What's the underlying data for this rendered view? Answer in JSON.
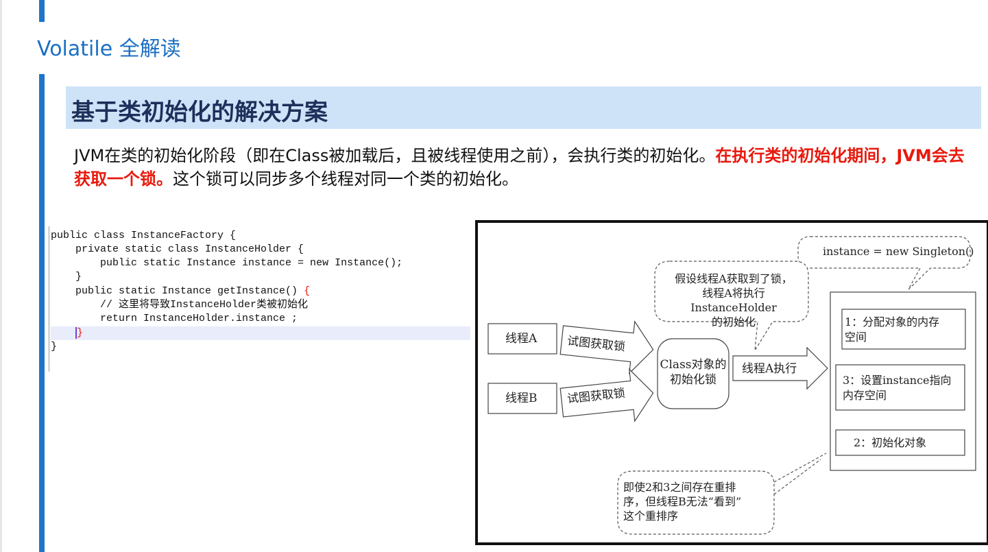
{
  "page": {
    "title": "Volatile 全解读",
    "section_title": "基于类初始化的解决方案",
    "paragraph": {
      "part1": "JVM在类的初始化阶段（即在Class被加载后，且被线程使用之前），会执行类的初始化。",
      "highlight": "在执行类的初始化期间，JVM会去获取一个锁。",
      "part2": "这个锁可以同步多个线程对同一个类的初始化。"
    }
  },
  "code": {
    "lines": [
      "public class InstanceFactory {",
      "    private static class InstanceHolder {",
      "        public static Instance instance = new Instance();",
      "    }",
      "    public static Instance getInstance() ",
      "        // 这里将导致InstanceHolder类被初始化",
      "        return InstanceHolder.instance ;",
      "    ",
      "}"
    ],
    "brace_open": "{",
    "brace_close": "}",
    "current_line_index": 7
  },
  "diagram": {
    "thread_a": "线程A",
    "thread_b": "线程B",
    "arrow_a": "试图获取锁",
    "arrow_b": "试图获取锁",
    "lock_box": "Class对象的\n初始化锁",
    "exec_arrow": "线程A执行",
    "bubble_top": "instance = new Singleton()",
    "bubble_mid": "假设线程A获取到了锁，\n线程A将执行InstanceHolder\n的初始化",
    "bubble_bottom": "即使2和3之间存在重排\n序，但线程B无法“看到”\n这个重排序",
    "step1": "1：分配对象的内存\n空间",
    "step3": "3：设置instance指向\n内存空间",
    "step2": "2：初始化对象"
  }
}
